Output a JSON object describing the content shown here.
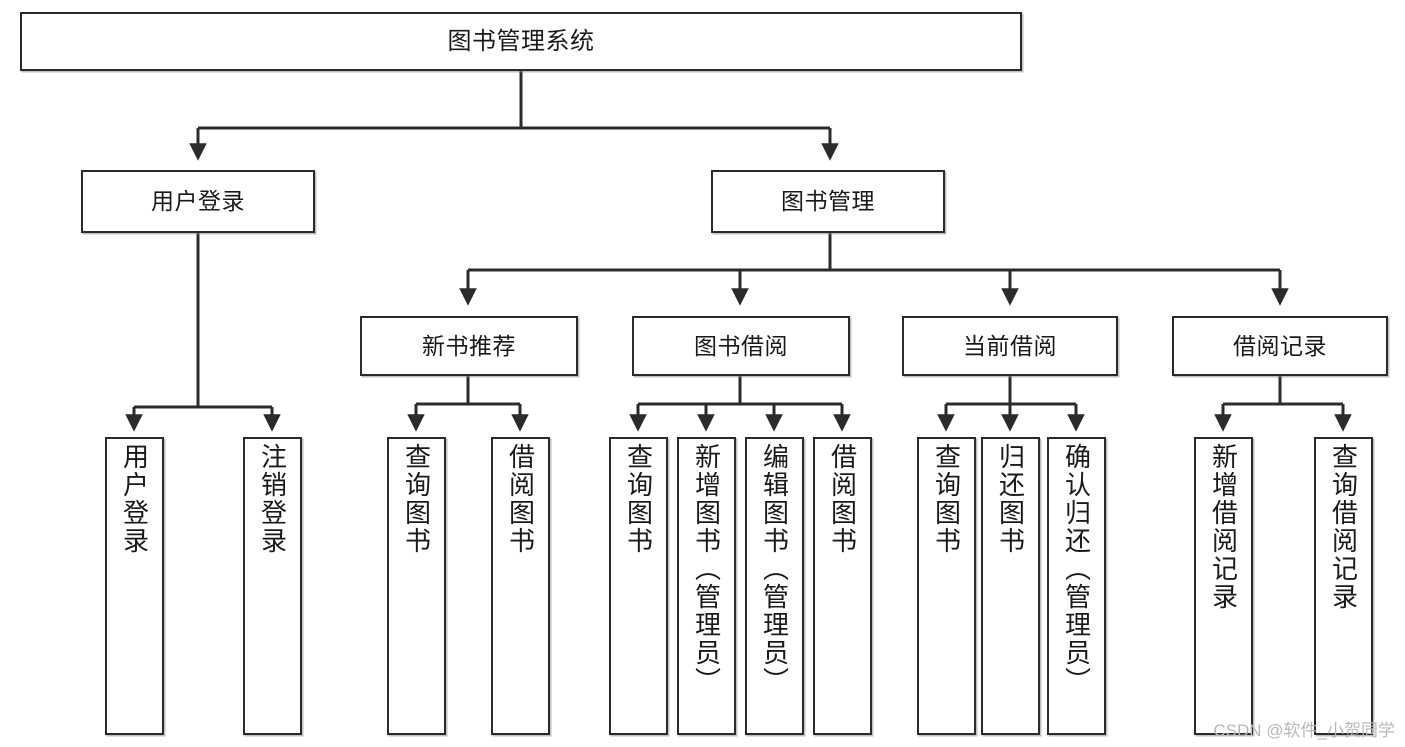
{
  "diagram": {
    "title": "图书管理系统",
    "type": "tree-hierarchy-chart",
    "orientation": "top-down",
    "levels": 4,
    "colors": {
      "box_border": "#2b2b2b",
      "box_fill": "#ffffff",
      "connector": "#2b2b2b",
      "text": "#1a1a1a",
      "watermark": "#b9b9b9",
      "background": "#ffffff"
    }
  },
  "nodes": {
    "root": {
      "label": "图书管理系统"
    },
    "level2": [
      {
        "id": "user-login",
        "label": "用户登录"
      },
      {
        "id": "book-management",
        "label": "图书管理"
      }
    ],
    "level3": [
      {
        "id": "new-book-recommend",
        "label": "新书推荐"
      },
      {
        "id": "book-borrow",
        "label": "图书借阅"
      },
      {
        "id": "current-borrow",
        "label": "当前借阅"
      },
      {
        "id": "borrow-record",
        "label": "借阅记录"
      }
    ],
    "leaves": {
      "user_login": [
        {
          "id": "leaf-user-login",
          "label": "用户登录"
        },
        {
          "id": "leaf-logout",
          "label": "注销登录"
        }
      ],
      "new_book_recommend": [
        {
          "id": "leaf-query-book-1",
          "label": "查询图书"
        },
        {
          "id": "leaf-borrow-book-1",
          "label": "借阅图书"
        }
      ],
      "book_borrow": [
        {
          "id": "leaf-query-book-2",
          "label": "查询图书"
        },
        {
          "id": "leaf-add-book",
          "label": "新增图书（管理员）"
        },
        {
          "id": "leaf-edit-book",
          "label": "编辑图书（管理员）"
        },
        {
          "id": "leaf-borrow-book-2",
          "label": "借阅图书"
        }
      ],
      "current_borrow": [
        {
          "id": "leaf-query-book-3",
          "label": "查询图书"
        },
        {
          "id": "leaf-return-book",
          "label": "归还图书"
        },
        {
          "id": "leaf-confirm-return",
          "label": "确认归还（管理员）"
        }
      ],
      "borrow_record": [
        {
          "id": "leaf-add-record",
          "label": "新增借阅记录"
        },
        {
          "id": "leaf-query-record",
          "label": "查询借阅记录"
        }
      ]
    }
  },
  "watermark": {
    "text": "CSDN @软件_小贺同学"
  }
}
